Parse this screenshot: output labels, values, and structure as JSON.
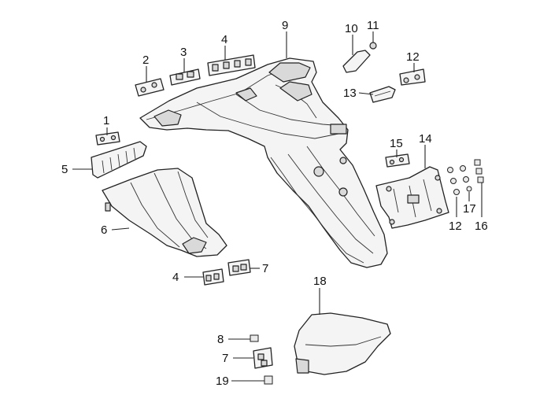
{
  "callouts": {
    "c1": "1",
    "c2": "2",
    "c3": "3",
    "c4a": "4",
    "c4b": "4",
    "c5": "5",
    "c6": "6",
    "c7a": "7",
    "c7b": "7",
    "c8": "8",
    "c9": "9",
    "c10": "10",
    "c11": "11",
    "c12a": "12",
    "c12b": "12",
    "c13": "13",
    "c14": "14",
    "c15": "15",
    "c16": "16",
    "c17": "17",
    "c18": "18",
    "c19": "19"
  },
  "colors": {
    "line": "#222222",
    "fill": "#f4f4f4",
    "shade": "#d9d9d9"
  }
}
